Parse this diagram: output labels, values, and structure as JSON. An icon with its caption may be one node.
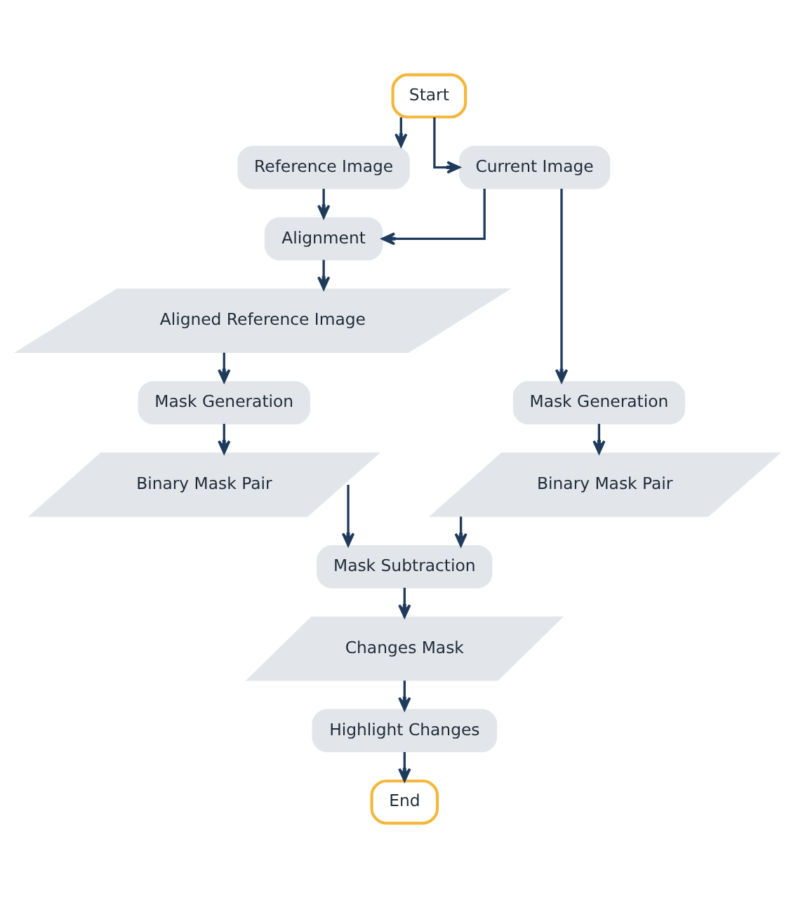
{
  "diagram": {
    "nodes": [
      {
        "text": [
          "Start"
        ]
      },
      {
        "text": [
          "Reference Image"
        ]
      },
      {
        "text": [
          "Current Image"
        ]
      },
      {
        "text": [
          "Alignment"
        ]
      },
      {
        "text": [
          "Aligned Reference Image"
        ]
      },
      {
        "text": [
          "Mask Generation"
        ]
      },
      {
        "text": [
          "Mask Generation"
        ]
      },
      {
        "text": [
          "Binary Mask Pair"
        ]
      },
      {
        "text": [
          "Binary Mask Pair"
        ]
      },
      {
        "text": [
          "Mask Subtraction"
        ]
      },
      {
        "text": [
          "Changes Mask"
        ]
      },
      {
        "text": [
          "Highlight Changes"
        ]
      },
      {
        "text": [
          "End"
        ]
      }
    ],
    "edges": [
      {
        "from": 0,
        "to": 1,
        "arrow": "to"
      },
      {
        "from": 0,
        "to": 2,
        "arrow": "to"
      },
      {
        "from": 1,
        "to": 3,
        "arrow": "to"
      },
      {
        "from": 2,
        "to": 3,
        "arrow": "to"
      },
      {
        "from": 2,
        "to": 6,
        "arrow": "to"
      },
      {
        "from": 3,
        "to": 4,
        "arrow": "to"
      },
      {
        "from": 4,
        "to": 5,
        "arrow": "to"
      },
      {
        "from": 5,
        "to": 7,
        "arrow": "to"
      },
      {
        "from": 6,
        "to": 8,
        "arrow": "to"
      },
      {
        "from": 7,
        "to": 9,
        "arrow": "to"
      },
      {
        "from": 8,
        "to": 9,
        "arrow": "to"
      },
      {
        "from": 9,
        "to": 10,
        "arrow": "to"
      },
      {
        "from": 10,
        "to": 11,
        "arrow": "to"
      },
      {
        "from": 11,
        "to": 12,
        "arrow": "to"
      }
    ]
  }
}
